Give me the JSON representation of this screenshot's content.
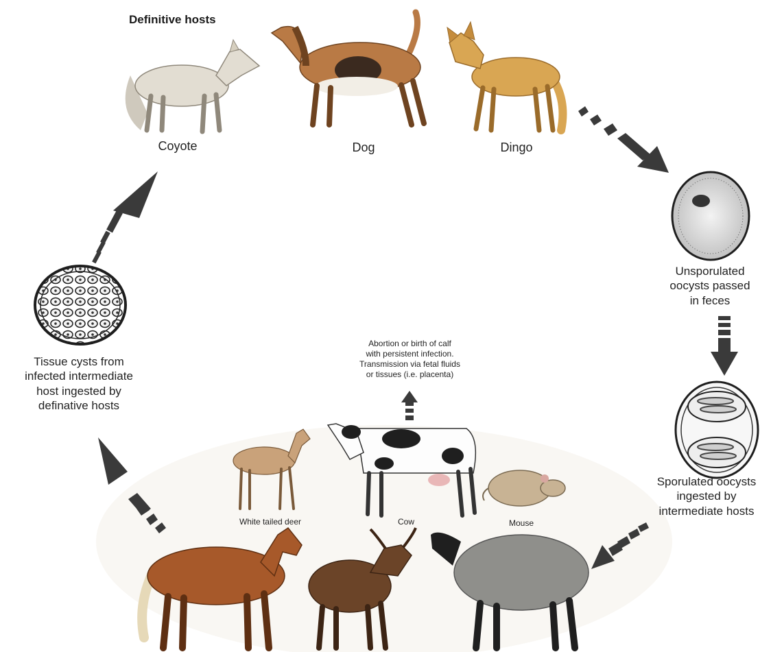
{
  "title": "Definitive hosts",
  "definitive_hosts": {
    "coyote": "Coyote",
    "dog": "Dog",
    "dingo": "Dingo"
  },
  "stages": {
    "unsporulated": [
      "Unsporulated",
      "oocysts passed",
      "in feces"
    ],
    "sporulated": [
      "Sporulated oocysts",
      "ingested by",
      "intermediate hosts"
    ],
    "tissue_cysts": [
      "Tissue cysts from",
      "infected intermediate",
      "host ingested by",
      "definative hosts"
    ]
  },
  "transmission_note": [
    "Abortion or birth of calf",
    "with persistent infection.",
    "Transmission via fetal fluids",
    "or tissues (i.e. placenta)"
  ],
  "intermediate_hosts": {
    "deer": "White tailed deer",
    "cow": "Cow",
    "mouse": "Mouse"
  },
  "colors": {
    "arrow": "#3a3a3a",
    "coyote": "#e2ddd2",
    "dog_tan": "#b97a45",
    "dingo": "#d9a653",
    "horse": "#a7592a",
    "goat": "#6b4428",
    "sheep": "#8f8f8b",
    "cow_black": "#1f1f1f"
  }
}
